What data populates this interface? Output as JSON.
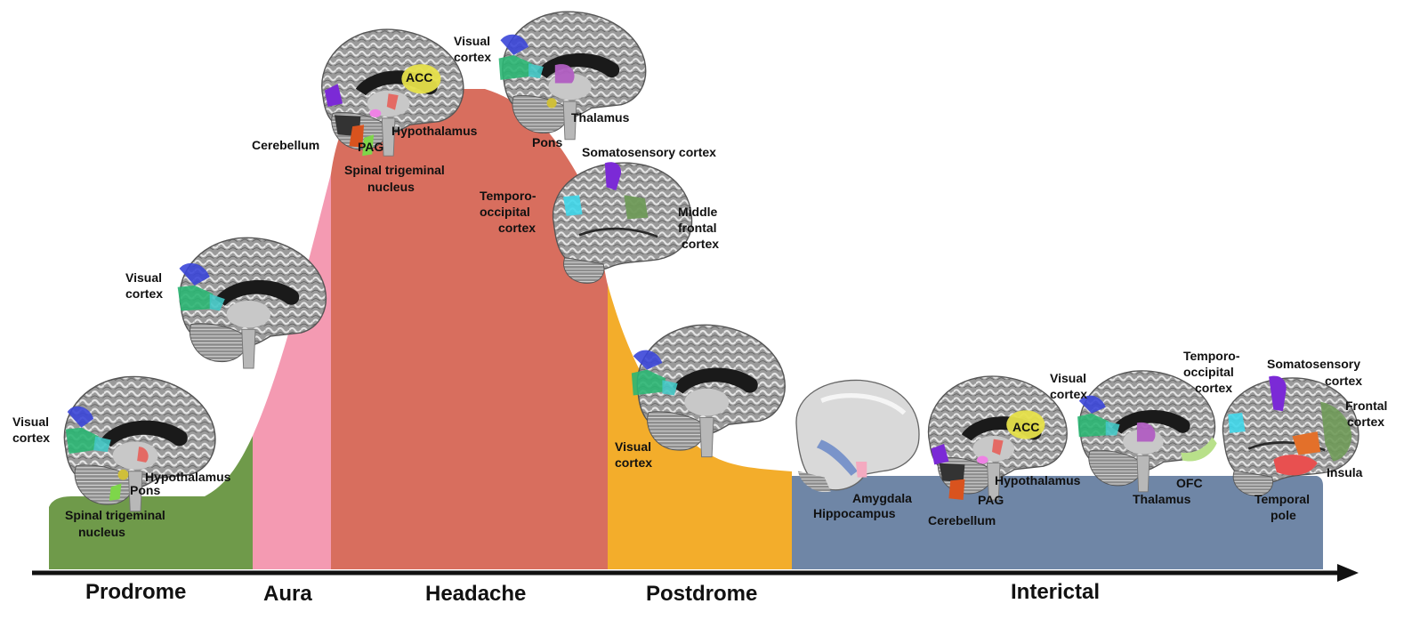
{
  "phases": [
    {
      "id": "prodrome",
      "label": "Prodrome",
      "color": "#6f9a4a"
    },
    {
      "id": "aura",
      "label": "Aura",
      "color": "#f49ab2"
    },
    {
      "id": "headache",
      "label": "Headache",
      "color": "#d86e5e"
    },
    {
      "id": "postdrome",
      "label": "Postdrome",
      "color": "#f3ad2b"
    },
    {
      "id": "interictal",
      "label": "Interictal",
      "color": "#6f86a6"
    }
  ],
  "region_colors": {
    "visual_cortex_blue": "#3b46d8",
    "visual_cortex_green": "#2bb673",
    "visual_cortex_teal": "#42c6c4",
    "acc": "#e6e04a",
    "thalamus": "#b15ec2",
    "hypothalamus": "#e46a64",
    "pag": "#ee82e4",
    "spinal_trigeminal": "#7ed64a",
    "cerebellum": "#222222",
    "cerebellum_orange": "#d9531e",
    "pons": "#cfbf3a",
    "somatosensory": "#7b2ad6",
    "temporo_occipital": "#40d7ea",
    "middle_frontal": "#6f9a58",
    "amygdala": "#f4aac0",
    "hippocampus": "#6f8cc8",
    "ofc": "#b8e08a",
    "insula": "#e3702a",
    "temporal_pole": "#e85050"
  },
  "labels": {
    "prodrome": {
      "visual_cortex": [
        "Visual",
        "cortex"
      ],
      "hypothalamus": "Hypothalamus",
      "pons": "Pons",
      "spinal_trigeminal": [
        "Spinal trigeminal",
        "nucleus"
      ]
    },
    "aura": {
      "visual_cortex": [
        "Visual",
        "cortex"
      ]
    },
    "headache_1": {
      "acc": "ACC",
      "cerebellum": "Cerebellum",
      "hypothalamus": "Hypothalamus",
      "pag": "PAG",
      "spinal_trigeminal": [
        "Spinal trigeminal",
        "nucleus"
      ]
    },
    "headache_2": {
      "visual_cortex": [
        "Visual",
        "cortex"
      ],
      "thalamus": "Thalamus",
      "pons": "Pons"
    },
    "headache_3": {
      "somatosensory": "Somatosensory cortex",
      "temporo_occipital": [
        "Temporo-",
        "occipital",
        "cortex"
      ],
      "middle_frontal": [
        "Middle",
        "frontal",
        "cortex"
      ]
    },
    "postdrome": {
      "visual_cortex": [
        "Visual",
        "cortex"
      ]
    },
    "interictal_1": {
      "amygdala": "Amygdala",
      "hippocampus": "Hippocampus"
    },
    "interictal_2": {
      "acc": "ACC",
      "pag": "PAG",
      "hypothalamus": "Hypothalamus",
      "cerebellum": "Cerebellum"
    },
    "interictal_3": {
      "visual_cortex": [
        "Visual",
        "cortex"
      ],
      "temporo_occipital": [
        "Temporo-",
        "occipital",
        "cortex"
      ],
      "thalamus": "Thalamus",
      "ofc": "OFC"
    },
    "interictal_4": {
      "somatosensory": [
        "Somatosensory",
        "cortex"
      ],
      "frontal": [
        "Frontal",
        "cortex"
      ],
      "insula": "Insula",
      "temporal_pole": [
        "Temporal",
        "pole"
      ]
    }
  }
}
